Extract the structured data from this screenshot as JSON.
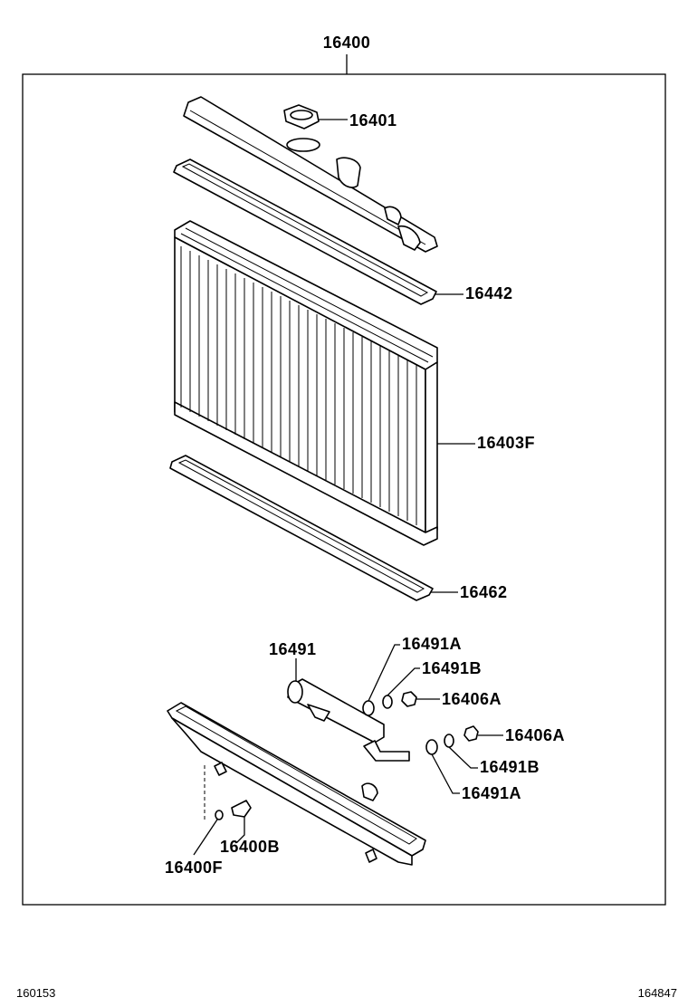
{
  "assembly_number": "16400",
  "parts": [
    {
      "id": "cap",
      "number": "16401"
    },
    {
      "id": "upper-gasket",
      "number": "16442"
    },
    {
      "id": "core",
      "number": "16403F"
    },
    {
      "id": "lower-gasket",
      "number": "16462"
    },
    {
      "id": "oil-cooler-pipe",
      "number": "16491"
    },
    {
      "id": "o-ring-upper-a",
      "number": "16491A"
    },
    {
      "id": "washer-upper-b",
      "number": "16491B"
    },
    {
      "id": "nut-upper",
      "number": "16406A"
    },
    {
      "id": "nut-lower",
      "number": "16406A"
    },
    {
      "id": "washer-lower-b",
      "number": "16491B"
    },
    {
      "id": "o-ring-lower-a",
      "number": "16491A"
    },
    {
      "id": "drain-cock-plug",
      "number": "16400B"
    },
    {
      "id": "drain-o-ring",
      "number": "16400F"
    }
  ],
  "footer": {
    "left_code": "160153",
    "right_code": "164847"
  }
}
